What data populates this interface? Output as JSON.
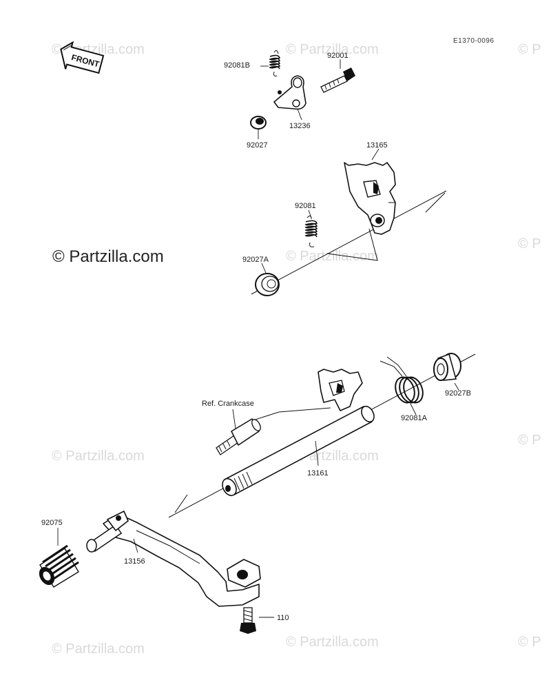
{
  "diagram": {
    "code": "E1370-0096",
    "front_label": "FRONT",
    "watermark_main": "© Partzilla.com",
    "watermark_repeat": "© Partzilla.com",
    "watermark_partial": "© P",
    "parts": [
      {
        "label": "92081B"
      },
      {
        "label": "92001"
      },
      {
        "label": "13236"
      },
      {
        "label": "92027"
      },
      {
        "label": "13165"
      },
      {
        "label": "92081"
      },
      {
        "label": "92027A"
      },
      {
        "label": "Ref. Crankcase"
      },
      {
        "label": "92081A"
      },
      {
        "label": "92027B"
      },
      {
        "label": "13161"
      },
      {
        "label": "92075"
      },
      {
        "label": "13156"
      },
      {
        "label": "110"
      }
    ]
  }
}
